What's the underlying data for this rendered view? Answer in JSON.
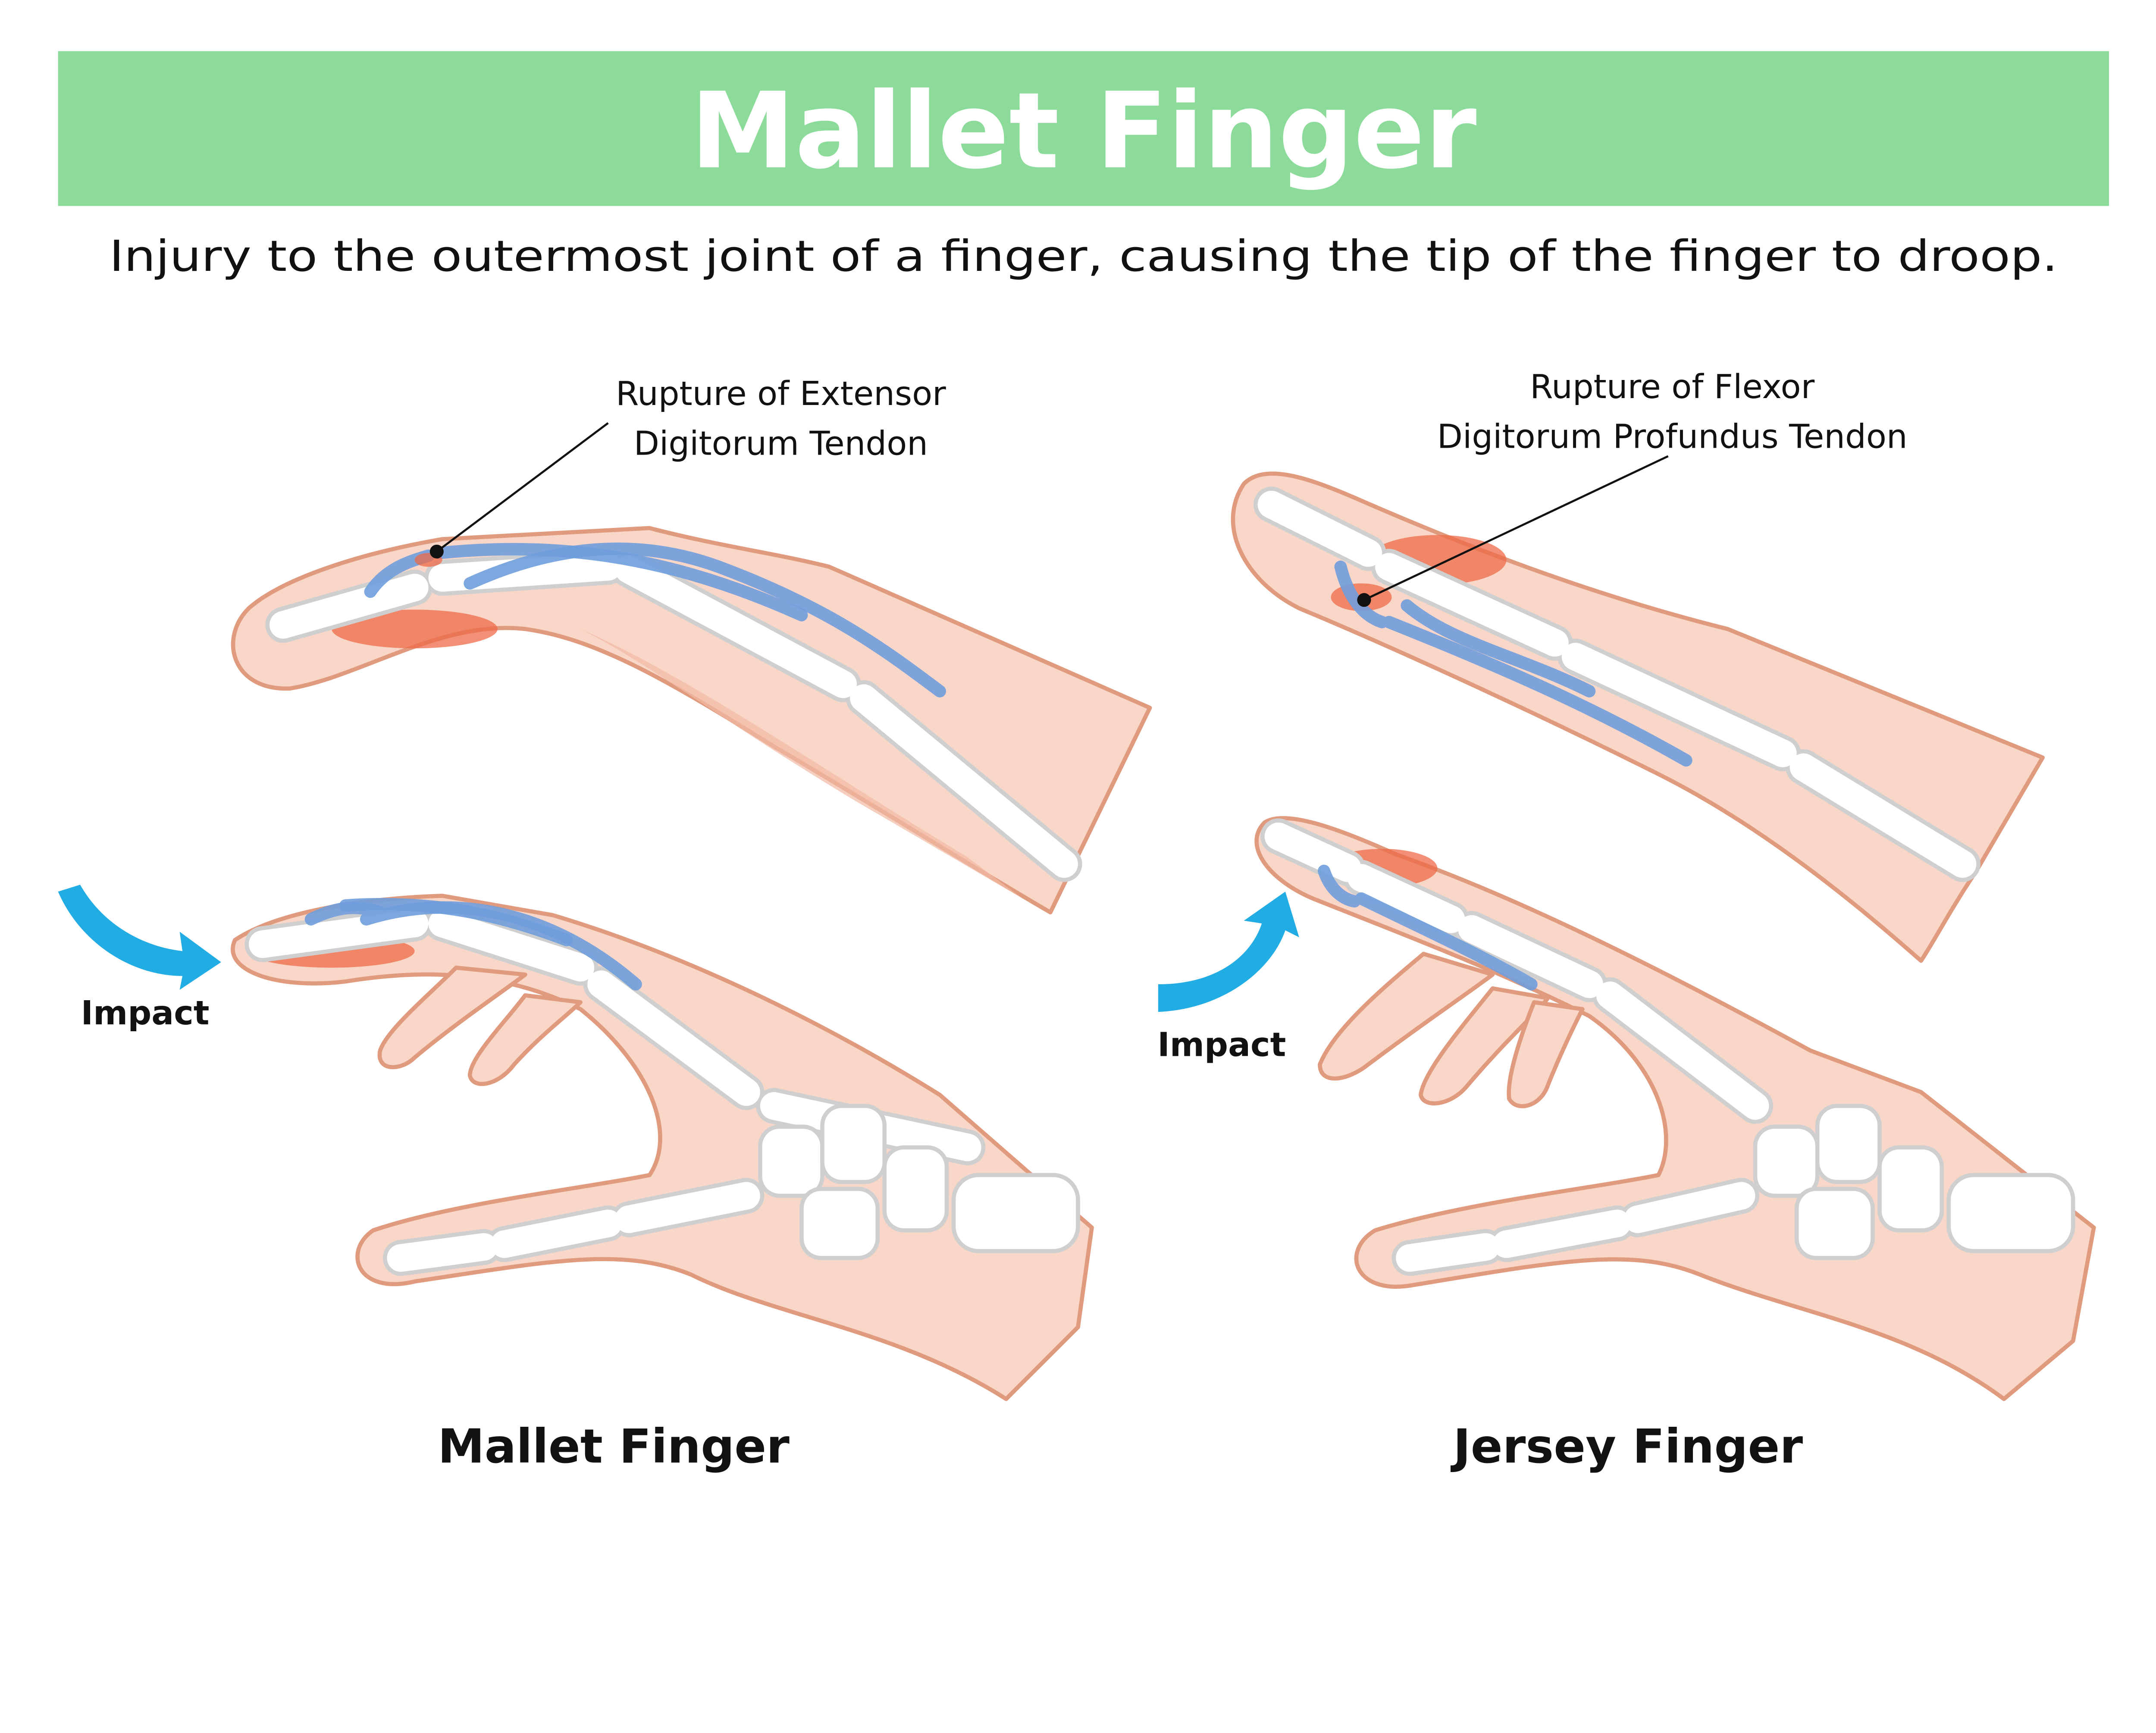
{
  "header": {
    "title": "Mallet Finger",
    "subtitle": "Injury to the outermost joint of a finger, causing the tip of the finger to droop."
  },
  "left_panel": {
    "annotation_line1": "Rupture of Extensor",
    "annotation_line2": "Digitorum Tendon",
    "impact_label": "Impact",
    "caption": "Mallet Finger"
  },
  "right_panel": {
    "annotation_line1": "Rupture of Flexor",
    "annotation_line2": "Digitorum Profundus Tendon",
    "impact_label": "Impact",
    "caption": "Jersey Finger"
  },
  "colors": {
    "header_bg": "#8cdb9a",
    "skin": "#f8d6c8",
    "skin_outline": "#e09a7e",
    "tendon": "#6f9ddc",
    "injury": "#ee6a48",
    "impact_arrow": "#22ace4"
  }
}
